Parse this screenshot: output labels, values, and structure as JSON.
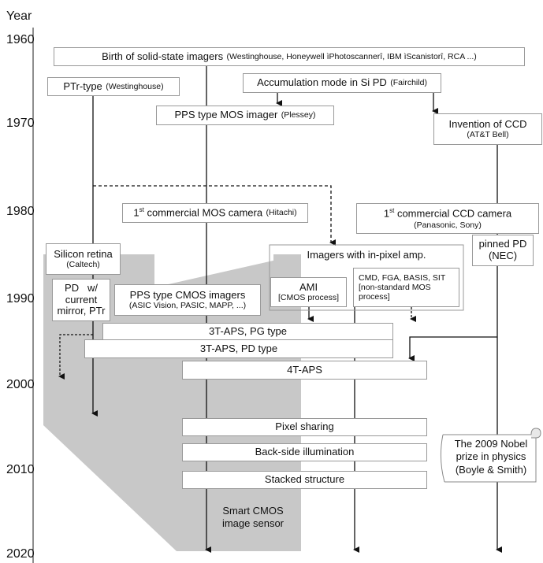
{
  "axis": {
    "title": "Year",
    "years": [
      "1960",
      "1970",
      "1980",
      "1990",
      "2000",
      "2010",
      "2020"
    ]
  },
  "nodes": {
    "birth": {
      "main": "Birth of solid-state imagers",
      "sub": "(Westinghouse, Honeywell ìPhotoscannerî, IBM ìScanistorî, RCA ...)"
    },
    "ptr": {
      "main": "PTr-type",
      "sub": "(Westinghouse)"
    },
    "accum": {
      "main": "Accumulation mode in Si PD",
      "sub": "(Fairchild)"
    },
    "pps_mos": {
      "main": "PPS type MOS imager",
      "sub": "(Plessey)"
    },
    "ccd": {
      "main": "Invention of CCD",
      "sub": "(AT&T Bell)"
    },
    "mos_cam": {
      "pre": "1",
      "sup": "st",
      "main": " commercial MOS camera",
      "sub": "(Hitachi)"
    },
    "ccd_cam": {
      "pre": "1",
      "sup": "st",
      "main": " commercial CCD camera",
      "sub": "(Panasonic, Sony)"
    },
    "silicon_retina": {
      "main": "Silicon retina",
      "sub": "(Caltech)"
    },
    "pd_mirror": {
      "line1": "PD   w/",
      "line2": "current",
      "line3": "mirror, PTr"
    },
    "in_pixel": {
      "main": "Imagers with in-pixel amp."
    },
    "ami": {
      "main": "AMI",
      "sub": "[CMOS process]"
    },
    "cmd": {
      "line1": "CMD, FGA, BASIS, SIT",
      "line2": "[non-standard MOS",
      "line3": "process]"
    },
    "pinned": {
      "main": "pinned PD",
      "sub": "(NEC)"
    },
    "pps_cmos": {
      "main": "PPS type CMOS imagers",
      "sub": "(ASIC Vision, PASIC, MAPP, ...)"
    },
    "aps_pg": {
      "main": "3T-APS, PG type"
    },
    "aps_pd": {
      "main": "3T-APS, PD type"
    },
    "aps4t": {
      "main": "4T-APS"
    },
    "pixel_sharing": {
      "main": "Pixel sharing"
    },
    "bsi": {
      "main": "Back-side illumination"
    },
    "stacked": {
      "main": "Stacked structure"
    },
    "nobel": {
      "line1": "The 2009 Nobel",
      "line2": "prize in physics",
      "line3": "(Boyle & Smith)"
    },
    "smart_cmos": {
      "line1": "Smart CMOS",
      "line2": "image sensor"
    }
  }
}
